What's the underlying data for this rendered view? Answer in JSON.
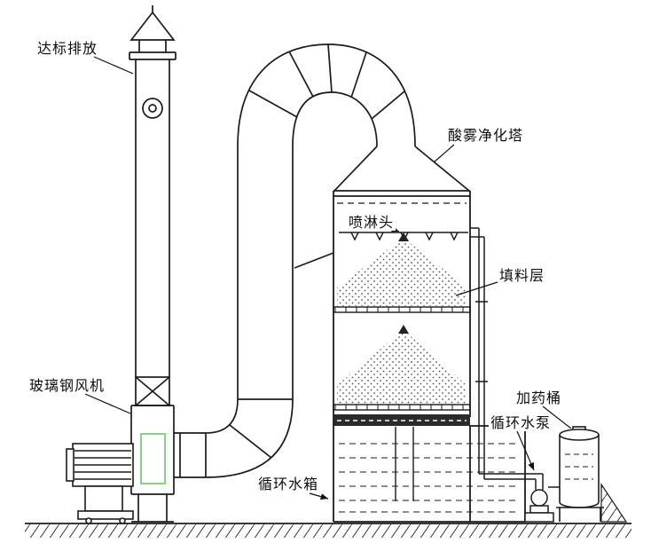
{
  "diagram": {
    "title_hint": "acid-mist-purification-tower-system",
    "labels": {
      "emission": "达标排放",
      "tower": "酸雾净化塔",
      "spray_head": "喷淋头",
      "packing_layer": "填料层",
      "fan": "玻璃钢风机",
      "dosing_barrel": "加药桶",
      "circulating_pump": "循环水泵",
      "circulating_tank": "循环水箱"
    },
    "colors": {
      "line": "#1b1b1b",
      "highlight_green": "#86d386",
      "background": "#ffffff",
      "packing_dots": "#555555"
    }
  }
}
